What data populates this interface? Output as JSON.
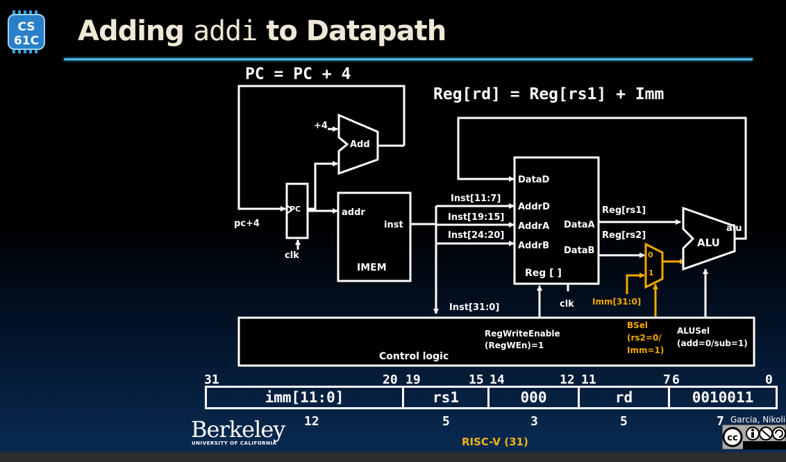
{
  "slide": {
    "title_prefix": "Adding ",
    "title_code": "addi",
    "title_suffix": " to Datapath",
    "logo_line1": "CS",
    "logo_line2": "61C",
    "pc_equation": "PC = PC + 4",
    "reg_equation": "Reg[rd] = Reg[rs1] + Imm"
  },
  "datapath": {
    "plus4": "+4",
    "add": "Add",
    "pc": "PC",
    "pc_plus4": "pc+4",
    "clk": "clk",
    "addr": "addr",
    "inst": "inst",
    "imem": "IMEM",
    "inst_11_7": "Inst[11:7]",
    "inst_19_15": "Inst[19:15]",
    "inst_24_20": "Inst[24:20]",
    "inst_31_0": "Inst[31:0]",
    "data_d": "DataD",
    "addr_d": "AddrD",
    "addr_a": "AddrA",
    "addr_b": "AddrB",
    "data_a": "DataA",
    "data_b": "DataB",
    "reg_file": "Reg [ ]",
    "reg_clk": "clk",
    "reg_rs1": "Reg[rs1]",
    "reg_rs2": "Reg[rs2]",
    "mux0": "0",
    "mux1": "1",
    "imm": "Imm[31:0]",
    "alu": "ALU",
    "alu_out": "alu",
    "control_logic": "Control logic",
    "regwen_line1": "RegWriteEnable",
    "regwen_line2": "(RegWEn)=1",
    "bsel_line1": "BSel",
    "bsel_line2": "(rs2=0/",
    "bsel_line3": "Imm=1)",
    "alusel_line1": "ALUSel",
    "alusel_line2": "(add=0/sub=1)",
    "accent_color": "#f2a900"
  },
  "format": {
    "bits": [
      "31",
      "20",
      "19",
      "15",
      "14",
      "12",
      "11",
      "7",
      "6",
      "0"
    ],
    "fields": [
      "imm[11:0]",
      "rs1",
      "000",
      "rd",
      "0010011"
    ],
    "widths": [
      "12",
      "5",
      "3",
      "5",
      "7"
    ]
  },
  "footer": {
    "institution": "Berkeley",
    "institution_sub": "UNIVERSITY OF CALIFORNIA",
    "label": "RISC-V (31)",
    "credit": "Garcia, Nikolić"
  }
}
